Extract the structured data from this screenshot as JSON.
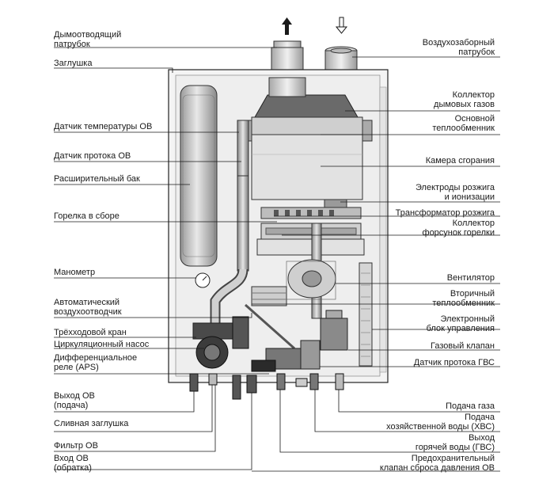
{
  "labels": {
    "flue_pipe": [
      "Дымоотводящий",
      "патрубок"
    ],
    "plug": [
      "Заглушка"
    ],
    "ch_temp_sensor": [
      "Датчик температуры ОВ"
    ],
    "ch_flow_sensor": [
      "Датчик протока ОВ"
    ],
    "expansion_tank": [
      "Расширительный бак"
    ],
    "burner": [
      "Горелка в сборе"
    ],
    "manometer": [
      "Манометр"
    ],
    "air_vent": [
      "Автоматический",
      "воздухоотводчик"
    ],
    "three_way_valve": [
      "Трёхходовой кран"
    ],
    "circ_pump": [
      "Циркуляционный насос"
    ],
    "aps": [
      "Дифференциальное",
      "реле (APS)"
    ],
    "ch_outlet": [
      "Выход ОВ",
      "(подача)"
    ],
    "drain_plug": [
      "Сливная заглушка"
    ],
    "ch_filter": [
      "Фильтр ОВ"
    ],
    "ch_inlet": [
      "Вход ОВ",
      "(обратка)"
    ],
    "air_intake": [
      "Воздухозаборный",
      "патрубок"
    ],
    "flue_collector": [
      "Коллектор",
      "дымовых газов"
    ],
    "main_hex": [
      "Основной",
      "теплообменник"
    ],
    "combustion_chamber": [
      "Камера сгорания"
    ],
    "electrodes": [
      "Электроды розжига",
      "и ионизации"
    ],
    "ignition_transformer": [
      "Трансформатор розжига"
    ],
    "nozzle_manifold": [
      "Коллектор",
      "форсунок горелки"
    ],
    "fan": [
      "Вентилятор"
    ],
    "secondary_hex": [
      "Вторичный",
      "теплообменник"
    ],
    "control_unit": [
      "Электронный",
      "блок управления"
    ],
    "gas_valve": [
      "Газовый клапан"
    ],
    "dhw_flow_sensor": [
      "Датчик протока ГВС"
    ],
    "gas_supply": [
      "Подача газа"
    ],
    "cold_water_supply": [
      "Подача",
      "хозяйственной воды (ХВС)"
    ],
    "hot_water_outlet": [
      "Выход",
      "горячей воды (ГВС)"
    ],
    "safety_valve": [
      "Предохранительный",
      "клапан сброса давления ОВ"
    ]
  },
  "arrows": {
    "exhaust": "up-solid-arrow",
    "intake": "down-outline-arrow"
  },
  "colors": {
    "line": "#1a1a1a",
    "body_fill": "#f2f2f2",
    "metal": "#bdbdbd",
    "dark_metal": "#4a4a4a"
  }
}
